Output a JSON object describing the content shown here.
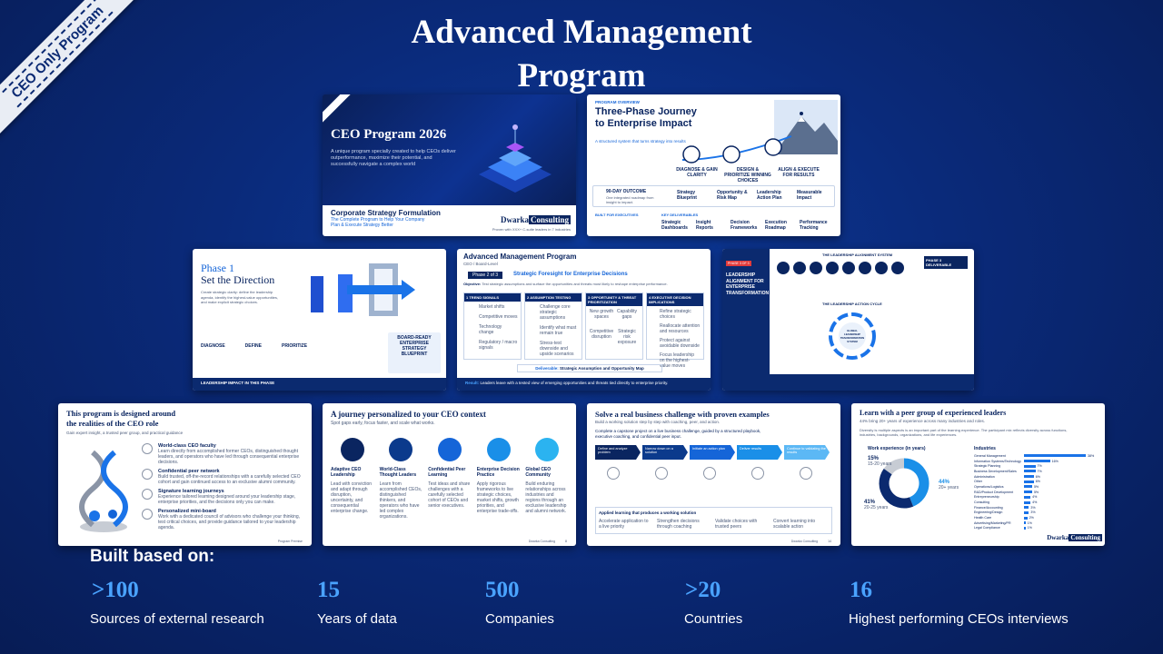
{
  "ribbon": "CEO Only Program",
  "title_line1": "Advanced Management",
  "title_line2": "Program",
  "card1": {
    "title": "CEO Program 2026",
    "desc": "A unique program specially created to help CEOs deliver outperformance, maximize their potential, and successfully navigate a complex world",
    "footer_title": "Corporate Strategy Formulation",
    "footer_sub1": "The Complete Program to Help Your Company",
    "footer_sub2": "Plan & Execute Strategy Better",
    "brand_a": "Dwarka",
    "brand_b": "Consulting",
    "brand_tag": "Proven with XXX+ C-suite leaders in 7 industries"
  },
  "card2": {
    "kicker": "PROGRAM OVERVIEW",
    "title1": "Three-Phase Journey",
    "title2": "to Enterprise Impact",
    "sub": "A structured system that turns strategy into results",
    "steps": [
      "DIAGNOSE & GAIN CLARITY",
      "DESIGN & PRIORITIZE WINNING CHOICES",
      "ALIGN & EXECUTE FOR RESULTS"
    ],
    "outcome": "90-DAY OUTCOME",
    "outcome_sub": "One integrated roadmap from insight to impact.",
    "outcomes": [
      "Strategy Blueprint",
      "Opportunity & Risk Map",
      "Leadership Action Plan",
      "Measurable Impact"
    ],
    "built_for": "BUILT FOR EXECUTIVES",
    "deliverables": "KEY DELIVERABLES",
    "deliverable_items": [
      "Strategic Dashboards",
      "Insight Reports",
      "Decision Frameworks",
      "Execution Roadmap",
      "Performance Tracking"
    ]
  },
  "card3": {
    "phase": "Phase 1",
    "title": "Set the Direction",
    "sub": "Create strategic clarity: define the leadership agenda, identify the highest-value opportunities, and make explicit strategic choices.",
    "steps": [
      "DIAGNOSE",
      "DEFINE",
      "PRIORITIZE"
    ],
    "deliverable": "BOARD-READY ENTERPRISE STRATEGY BLUEPRINT",
    "bottom": "LEADERSHIP IMPACT IN THIS PHASE"
  },
  "card4": {
    "title": "Advanced Management Program",
    "sub": "CEO / Board-Level",
    "phase_tag": "Phase 2 of 3",
    "heading": "Strategic Foresight for Enterprise Decisions",
    "objective": "Objective:",
    "objective_text": "Test strategic assumptions and surface the opportunities and threats most likely to reshape enterprise performance.",
    "columns": [
      {
        "n": "1",
        "label": "TREND SIGNALS",
        "items": [
          "Market shifts",
          "Competitive moves",
          "Technology change",
          "Regulatory / macro signals"
        ]
      },
      {
        "n": "2",
        "label": "ASSUMPTION TESTING",
        "items": [
          "Challenge core strategic assumptions",
          "Identify what must remain true",
          "Stress-test downside and upside scenarios"
        ]
      },
      {
        "n": "3",
        "label": "OPPORTUNITY & THREAT PRIORITIZATION",
        "items": [
          "New growth spaces",
          "Capability gaps",
          "Competitive disruption",
          "Strategic risk exposure"
        ]
      },
      {
        "n": "4",
        "label": "EXECUTIVE DECISION IMPLICATIONS",
        "items": [
          "Refine strategic choices",
          "Reallocate attention and resources",
          "Protect against avoidable downside",
          "Focus leadership on the highest-value moves"
        ]
      }
    ],
    "deliverable": "Deliverable:",
    "deliverable_text": "Strategic Assumption and Opportunity Map",
    "result": "Result:",
    "result_text": "Leaders leave with a tested view of emerging opportunities and threats tied directly to enterprise priority."
  },
  "card5": {
    "phase_tag": "PHASE 3 OF 3",
    "title": "LEADERSHIP ALIGNMENT FOR ENTERPRISE TRANSFORMATION",
    "system": "THE LEADERSHIP ALIGNMENT SYSTEM",
    "cycle": "THE LEADERSHIP ACTION CYCLE",
    "deliverable": "PHASE 3 DELIVERABLE",
    "center": "GLOBAL LEADERSHIP TRANSFORMATION SYSTEM"
  },
  "card6": {
    "title1": "This program is designed around",
    "title2": "the realities of the CEO role",
    "sub": "Gain expert insight, a trusted peer group, and practical guidance",
    "items": [
      {
        "title": "World-class CEO faculty",
        "text": "Learn directly from accomplished former CEOs, distinguished thought leaders, and operators who have led through consequential enterprise decisions."
      },
      {
        "title": "Confidential peer network",
        "text": "Build trusted, off-the-record relationships with a carefully selected CEO cohort and gain continued access to an exclusive alumni community."
      },
      {
        "title": "Signature learning journeys",
        "text": "Experience tailored learning designed around your leadership stage, enterprise priorities, and the decisions only you can make."
      },
      {
        "title": "Personalized mini-board",
        "text": "Work with a dedicated council of advisors who challenge your thinking, test critical choices, and provide guidance tailored to your leadership agenda."
      }
    ],
    "footer": "Program Premise"
  },
  "card7": {
    "title": "A journey personalized to your CEO context",
    "sub": "Spot gaps early, focus faster, and scale what works.",
    "cols": [
      {
        "title": "Adaptive CEO Leadership",
        "text": "Lead with conviction and adapt through disruption, uncertainty, and consequential enterprise change."
      },
      {
        "title": "World-Class Thought Leaders",
        "text": "Learn from accomplished CEOs, distinguished thinkers, and operators who have led complex organizations."
      },
      {
        "title": "Confidential Peer Learning",
        "text": "Test ideas and share challenges with a carefully selected cohort of CEOs and senior executives."
      },
      {
        "title": "Enterprise Decision Practice",
        "text": "Apply rigorous frameworks to live strategic choices, market shifts, growth priorities, and enterprise trade-offs."
      },
      {
        "title": "Global CEO Community",
        "text": "Build enduring relationships across industries and regions through an exclusive leadership and alumni network."
      }
    ],
    "footer": "Dwarka Consulting",
    "page": "8"
  },
  "card8": {
    "title": "Solve a real business challenge with proven examples",
    "sub": "Build a working solution step by step with coaching, peer, and action.",
    "desc": "Complete a capstone project on a live business challenge, guided by a structured playbook, executive coaching, and confidential peer input.",
    "steps": [
      "Define and analyze problem",
      "Narrow down on a solution",
      "Initiate an action plan",
      "Deliver results",
      "Continue to validating the results"
    ],
    "applied": "Applied learning that produces a working solution",
    "applied_items": [
      "Accelerate application to a live priority",
      "Strengthen decisions through coaching",
      "Validate choices with trusted peers",
      "Convert learning into scalable action"
    ],
    "footer": "Dwarka Consulting",
    "page": "14"
  },
  "card9": {
    "title": "Learn with a peer group of experienced leaders",
    "sub": "44% bring 20+ years of experience across many industries and roles.",
    "desc": "Diversity is multiple aspects is an important part of the learning experience. The participant mix reflects diversity across functions, industries, backgrounds, organizations, and life experiences.",
    "donut_title": "Work experience (in years)",
    "donut": [
      {
        "label": "20+ years",
        "value": 44,
        "color": "#1a8fe8"
      },
      {
        "label": "20-25 years",
        "value": 41,
        "color": "#0b2a6f"
      },
      {
        "label": "15-20 years",
        "value": 15,
        "color": "#c7ccd4"
      }
    ],
    "pct_a": "44%",
    "pct_b": "41%",
    "pct_c": "15%",
    "ind_title": "Industries",
    "industries": [
      {
        "name": "General Management",
        "pct": "38%",
        "value": 38
      },
      {
        "name": "Information Systems/Technology",
        "pct": "16%",
        "value": 16
      },
      {
        "name": "Strategic Planning",
        "pct": "7%",
        "value": 7
      },
      {
        "name": "Business Development/Sales",
        "pct": "7%",
        "value": 7
      },
      {
        "name": "Administration",
        "pct": "6%",
        "value": 6
      },
      {
        "name": "Other",
        "pct": "6%",
        "value": 6
      },
      {
        "name": "Operations/Logistics",
        "pct": "5%",
        "value": 5
      },
      {
        "name": "R&D/Product Development",
        "pct": "5%",
        "value": 5
      },
      {
        "name": "Entrepreneurship",
        "pct": "4%",
        "value": 4
      },
      {
        "name": "Consulting",
        "pct": "4%",
        "value": 4
      },
      {
        "name": "Finance/Accounting",
        "pct": "3%",
        "value": 3
      },
      {
        "name": "Engineering/Design",
        "pct": "3%",
        "value": 3
      },
      {
        "name": "Health Care",
        "pct": "2%",
        "value": 2
      },
      {
        "name": "Advertising/Marketing/PR",
        "pct": "1%",
        "value": 1
      },
      {
        "name": "Legal Compliance",
        "pct": "1%",
        "value": 1
      }
    ],
    "brand_a": "Dwarka",
    "brand_b": "Consulting"
  },
  "built": "Built based on:",
  "stats": [
    {
      "num": ">100",
      "label": "Sources of external research"
    },
    {
      "num": "15",
      "label": "Years of data"
    },
    {
      "num": "500",
      "label": "Companies"
    },
    {
      "num": ">20",
      "label": "Countries"
    },
    {
      "num": "16",
      "label": "Highest performing CEOs interviews"
    }
  ],
  "colors": {
    "accent": "#4aa3ff",
    "navy": "#0b2a6f",
    "bright_blue": "#1a73e8",
    "background": "#0a2a7a"
  }
}
